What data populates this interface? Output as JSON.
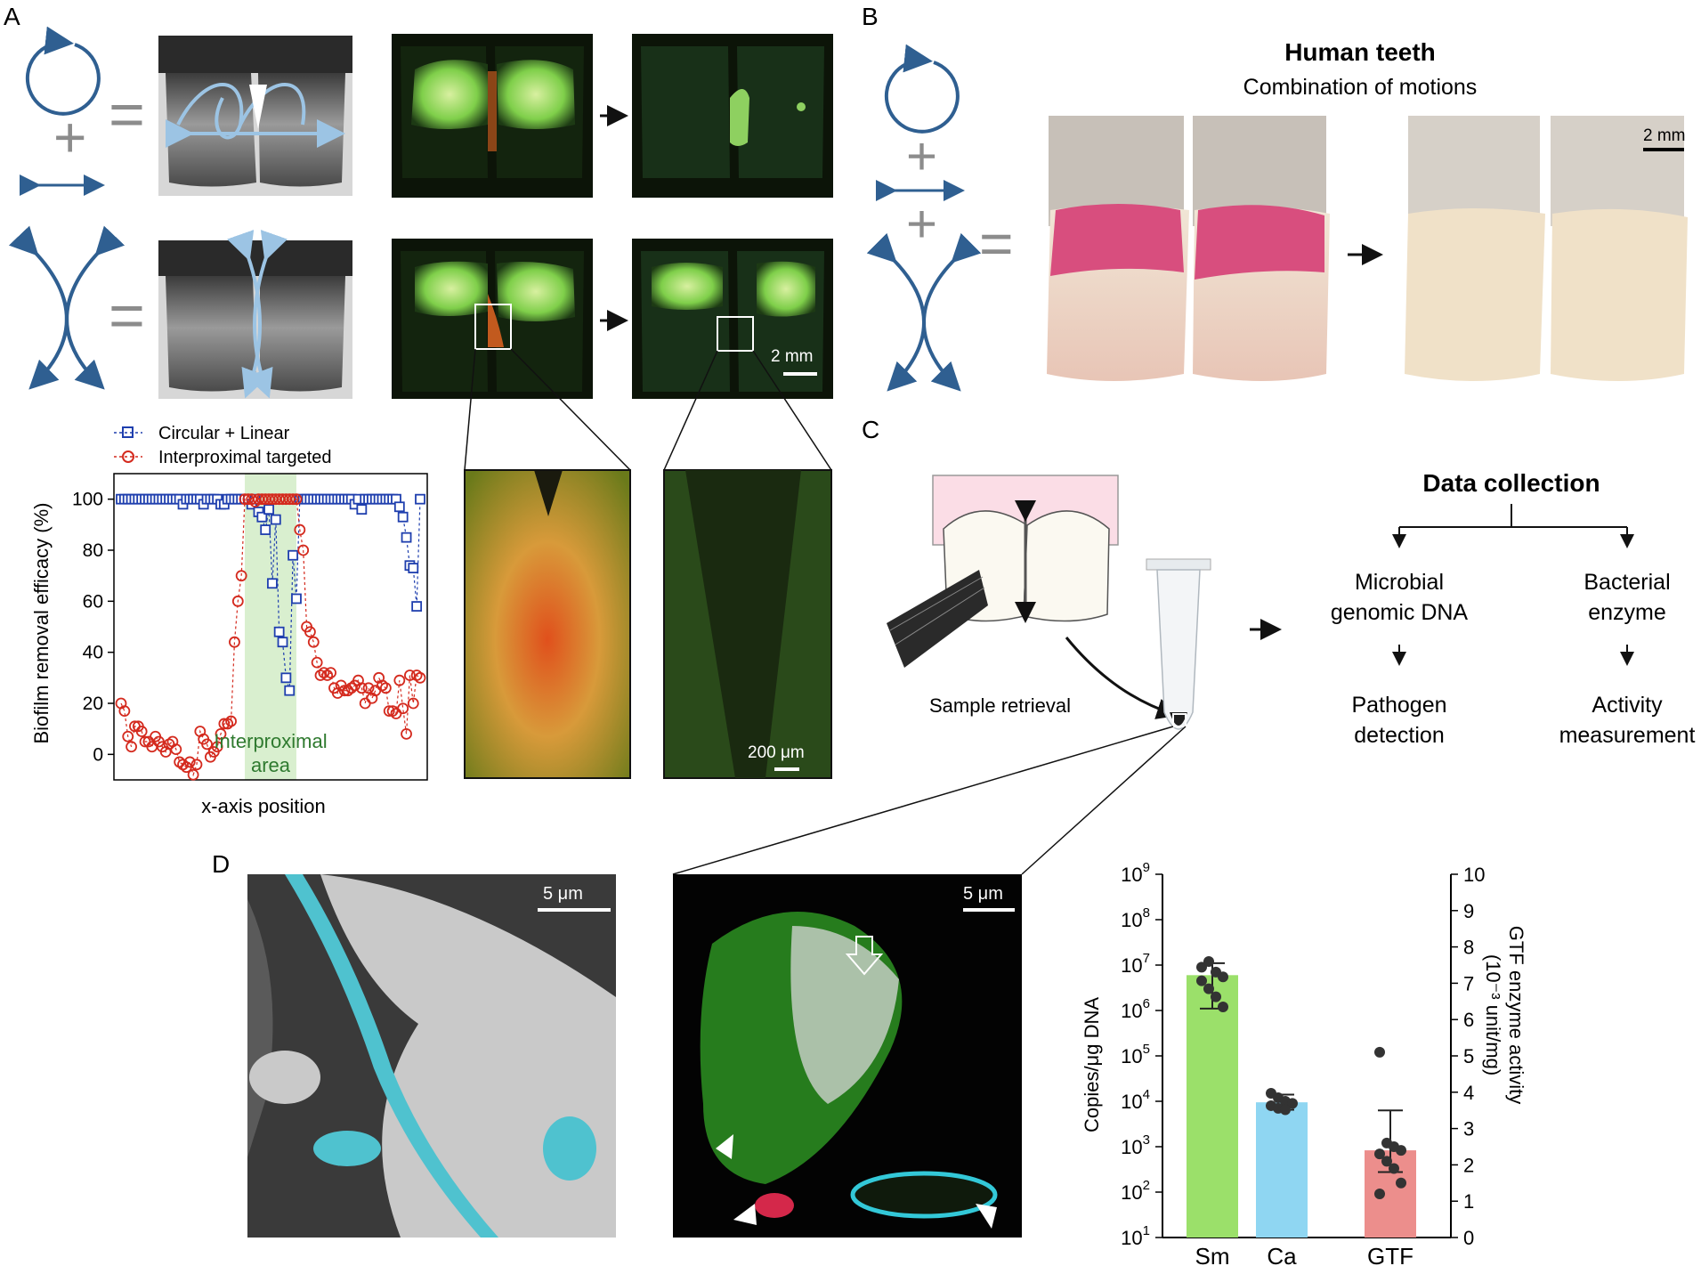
{
  "panel_letters": {
    "a": "A",
    "b": "B",
    "c": "C",
    "d": "D"
  },
  "colors": {
    "motion_blue": "#2f5f91",
    "light_blue": "#9cc4e4",
    "equals_gray": "#8c8c8c",
    "series_blue": "#1f3fae",
    "series_red": "#d42a1e",
    "interproximal_fill": "#d9efcf",
    "interproximal_text": "#2f7a2f",
    "bar_green": "#9be06a",
    "bar_blue": "#8fd6f2",
    "bar_pink": "#ec8e8c"
  },
  "panel_a": {
    "scale_2mm": "2 mm",
    "scale_200um": "200 μm",
    "legend": [
      "Circular + Linear",
      "Interproximal targeted"
    ],
    "icons": [
      "circular-motion-icon",
      "linear-motion-icon",
      "interproximal-motion-icon"
    ]
  },
  "panel_b": {
    "title": "Human teeth",
    "subtitle": "Combination of motions",
    "scale": "2 mm"
  },
  "panel_c": {
    "sample_retrieval": "Sample retrieval",
    "data_collection": "Data collection",
    "branch_left_l1": "Microbial",
    "branch_left_l2": "genomic DNA",
    "branch_right_l1": "Bacterial",
    "branch_right_l2": "enzyme",
    "result_left_l1": "Pathogen",
    "result_left_l2": "detection",
    "result_right_l1": "Activity",
    "result_right_l2": "measurement"
  },
  "panel_d": {
    "scale_left": "5 μm",
    "scale_right": "5 μm"
  },
  "chart_data": [
    {
      "type": "line",
      "xlabel": "x-axis position",
      "ylabel": "Biofilm removal efficacy (%)",
      "ylim": [
        -10,
        110
      ],
      "yticks": [
        0,
        20,
        40,
        60,
        80,
        100
      ],
      "annotation_line1": "Interproximal",
      "annotation_line2": "area",
      "shaded_region": [
        37,
        52
      ],
      "series": [
        {
          "name": "Circular + Linear",
          "x": [
            1,
            2,
            3,
            4,
            5,
            6,
            7,
            8,
            9,
            10,
            11,
            12,
            13,
            14,
            15,
            16,
            17,
            18,
            19,
            20,
            21,
            22,
            23,
            24,
            25,
            26,
            27,
            28,
            29,
            30,
            31,
            32,
            33,
            34,
            35,
            36,
            37,
            38,
            39,
            40,
            41,
            42,
            43,
            44,
            45,
            46,
            47,
            48,
            49,
            50,
            51,
            52,
            53,
            54,
            55,
            56,
            57,
            58,
            59,
            60,
            61,
            62,
            63,
            64,
            65,
            66,
            67,
            68,
            69,
            70,
            71,
            72,
            73,
            74,
            75,
            76,
            77,
            78,
            79,
            80,
            81,
            82,
            83,
            84,
            85,
            86,
            87,
            88
          ],
          "values": [
            100,
            100,
            100,
            100,
            100,
            100,
            100,
            100,
            100,
            100,
            100,
            100,
            100,
            100,
            100,
            100,
            100,
            100,
            98,
            100,
            100,
            100,
            100,
            100,
            98,
            100,
            100,
            100,
            100,
            98,
            98,
            100,
            100,
            100,
            100,
            100,
            100,
            100,
            98,
            100,
            95,
            93,
            88,
            96,
            67,
            92,
            48,
            44,
            30,
            25,
            78,
            61,
            100,
            100,
            100,
            100,
            100,
            100,
            100,
            100,
            100,
            100,
            100,
            100,
            100,
            100,
            100,
            100,
            98,
            100,
            96,
            100,
            100,
            100,
            100,
            100,
            100,
            100,
            100,
            100,
            100,
            97,
            93,
            85,
            74,
            73,
            58,
            100
          ],
          "marker": "square"
        },
        {
          "name": "Interproximal targeted",
          "x": [
            1,
            2,
            3,
            4,
            5,
            6,
            7,
            8,
            9,
            10,
            11,
            12,
            13,
            14,
            15,
            16,
            17,
            18,
            19,
            20,
            21,
            22,
            23,
            24,
            25,
            26,
            27,
            28,
            29,
            30,
            31,
            32,
            33,
            34,
            35,
            36,
            37,
            38,
            39,
            40,
            41,
            42,
            43,
            44,
            45,
            46,
            47,
            48,
            49,
            50,
            51,
            52,
            53,
            54,
            55,
            56,
            57,
            58,
            59,
            60,
            61,
            62,
            63,
            64,
            65,
            66,
            67,
            68,
            69,
            70,
            71,
            72,
            73,
            74,
            75,
            76,
            77,
            78,
            79,
            80,
            81,
            82,
            83,
            84,
            85,
            86,
            87,
            88
          ],
          "values": [
            20,
            17,
            7,
            3,
            11,
            11,
            9,
            5,
            5,
            3,
            7,
            5,
            3,
            1,
            4,
            5,
            2,
            -3,
            -4,
            -5,
            -3,
            -8,
            -4,
            9,
            6,
            4,
            -1,
            1,
            3,
            8,
            12,
            12,
            13,
            44,
            60,
            70,
            100,
            100,
            100,
            99,
            100,
            100,
            100,
            100,
            100,
            100,
            100,
            100,
            100,
            100,
            100,
            100,
            88,
            80,
            50,
            48,
            44,
            36,
            31,
            32,
            31,
            32,
            26,
            24,
            27,
            25,
            25,
            26,
            27,
            29,
            26,
            20,
            26,
            22,
            25,
            30,
            27,
            26,
            17,
            17,
            16,
            29,
            18,
            8,
            31,
            20,
            31,
            30
          ],
          "marker": "circle"
        }
      ]
    },
    {
      "type": "bar",
      "categories": [
        "Sm",
        "Ca",
        "GTF"
      ],
      "ylabel_left": "Copies/μg DNA",
      "ylabel_right_line1": "GTF enzyme activity",
      "ylabel_right_line2": "(10⁻³ unit/mg)",
      "left_axis": {
        "scale": "log",
        "range": [
          10,
          1000000000
        ],
        "tick_exponents": [
          1,
          2,
          3,
          4,
          5,
          6,
          7,
          8,
          9
        ]
      },
      "right_axis": {
        "range": [
          0,
          10
        ],
        "ticks": [
          0,
          1,
          2,
          3,
          4,
          5,
          6,
          7,
          8,
          9,
          10
        ]
      },
      "series": [
        {
          "category": "Sm",
          "axis": "left",
          "value": 6000000,
          "error": [
            1100000,
            11000000
          ],
          "points": [
            9000000,
            12000000,
            7000000,
            5500000,
            4500000,
            3000000,
            2000000,
            1200000
          ]
        },
        {
          "category": "Ca",
          "axis": "left",
          "value": 9500,
          "error": [
            6500,
            14000
          ],
          "points": [
            15000,
            12000,
            10000,
            9000,
            8000,
            7000,
            6500
          ]
        },
        {
          "category": "GTF",
          "axis": "right",
          "value": 2.4,
          "error": [
            1.8,
            3.5
          ],
          "points": [
            5.1,
            2.6,
            2.5,
            2.4,
            2.3,
            2.1,
            1.9,
            1.5,
            1.2
          ]
        }
      ]
    }
  ]
}
